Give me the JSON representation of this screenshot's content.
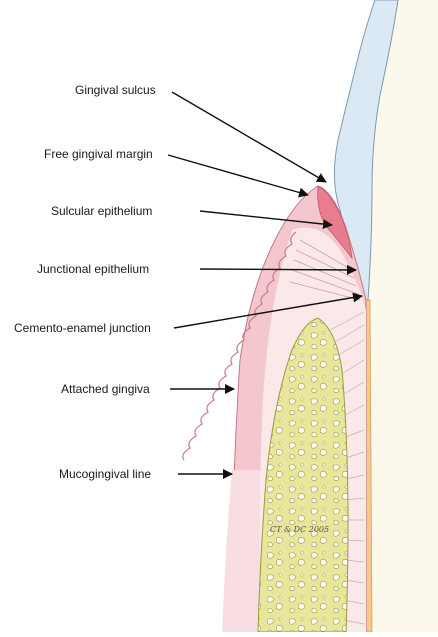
{
  "figure": {
    "labels": [
      {
        "id": "gingival-sulcus",
        "text": "Gingival sulcus"
      },
      {
        "id": "free-gingival-margin",
        "text": "Free gingival margin"
      },
      {
        "id": "sulcular-epithelium",
        "text": "Sulcular epithelium"
      },
      {
        "id": "junctional-epithelium",
        "text": "Junctional epithelium"
      },
      {
        "id": "cemento-enamel-junction",
        "text": "Cemento-enamel junction"
      },
      {
        "id": "attached-gingiva",
        "text": "Attached gingiva"
      },
      {
        "id": "mucogingival-line",
        "text": "Mucogingival line"
      }
    ],
    "watermark": "CT & DC 2005"
  },
  "colors": {
    "enamel": "#dbe9f4",
    "dentin": "#fdf8ec",
    "cementum": "#f6c98a",
    "gingiva": "#f4c7cf",
    "gingiva_dark": "#eaa0ae",
    "sulcular": "#e97d8f",
    "bone": "#e8e69a",
    "ligament": "#fbe9ea",
    "mucosa": "#f8dde2"
  }
}
